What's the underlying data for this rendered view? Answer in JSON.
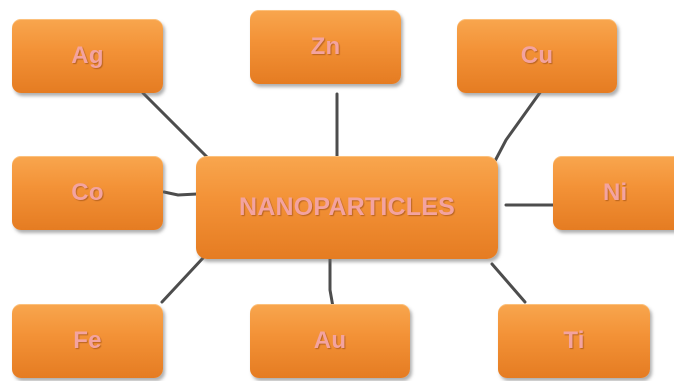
{
  "diagram": {
    "center": {
      "label": "NANOPARTICLES"
    },
    "nodes": [
      {
        "id": "ag",
        "label": "Ag"
      },
      {
        "id": "zn",
        "label": "Zn"
      },
      {
        "id": "cu",
        "label": "Cu"
      },
      {
        "id": "co",
        "label": "Co"
      },
      {
        "id": "ni",
        "label": "Ni"
      },
      {
        "id": "fe",
        "label": "Fe"
      },
      {
        "id": "au",
        "label": "Au"
      },
      {
        "id": "ti",
        "label": "Ti"
      }
    ]
  },
  "colors": {
    "box_top": "#f8a64e",
    "box_bottom": "#e57c22",
    "label_text": "#f3a3a0",
    "connector": "#4d4d4d"
  }
}
